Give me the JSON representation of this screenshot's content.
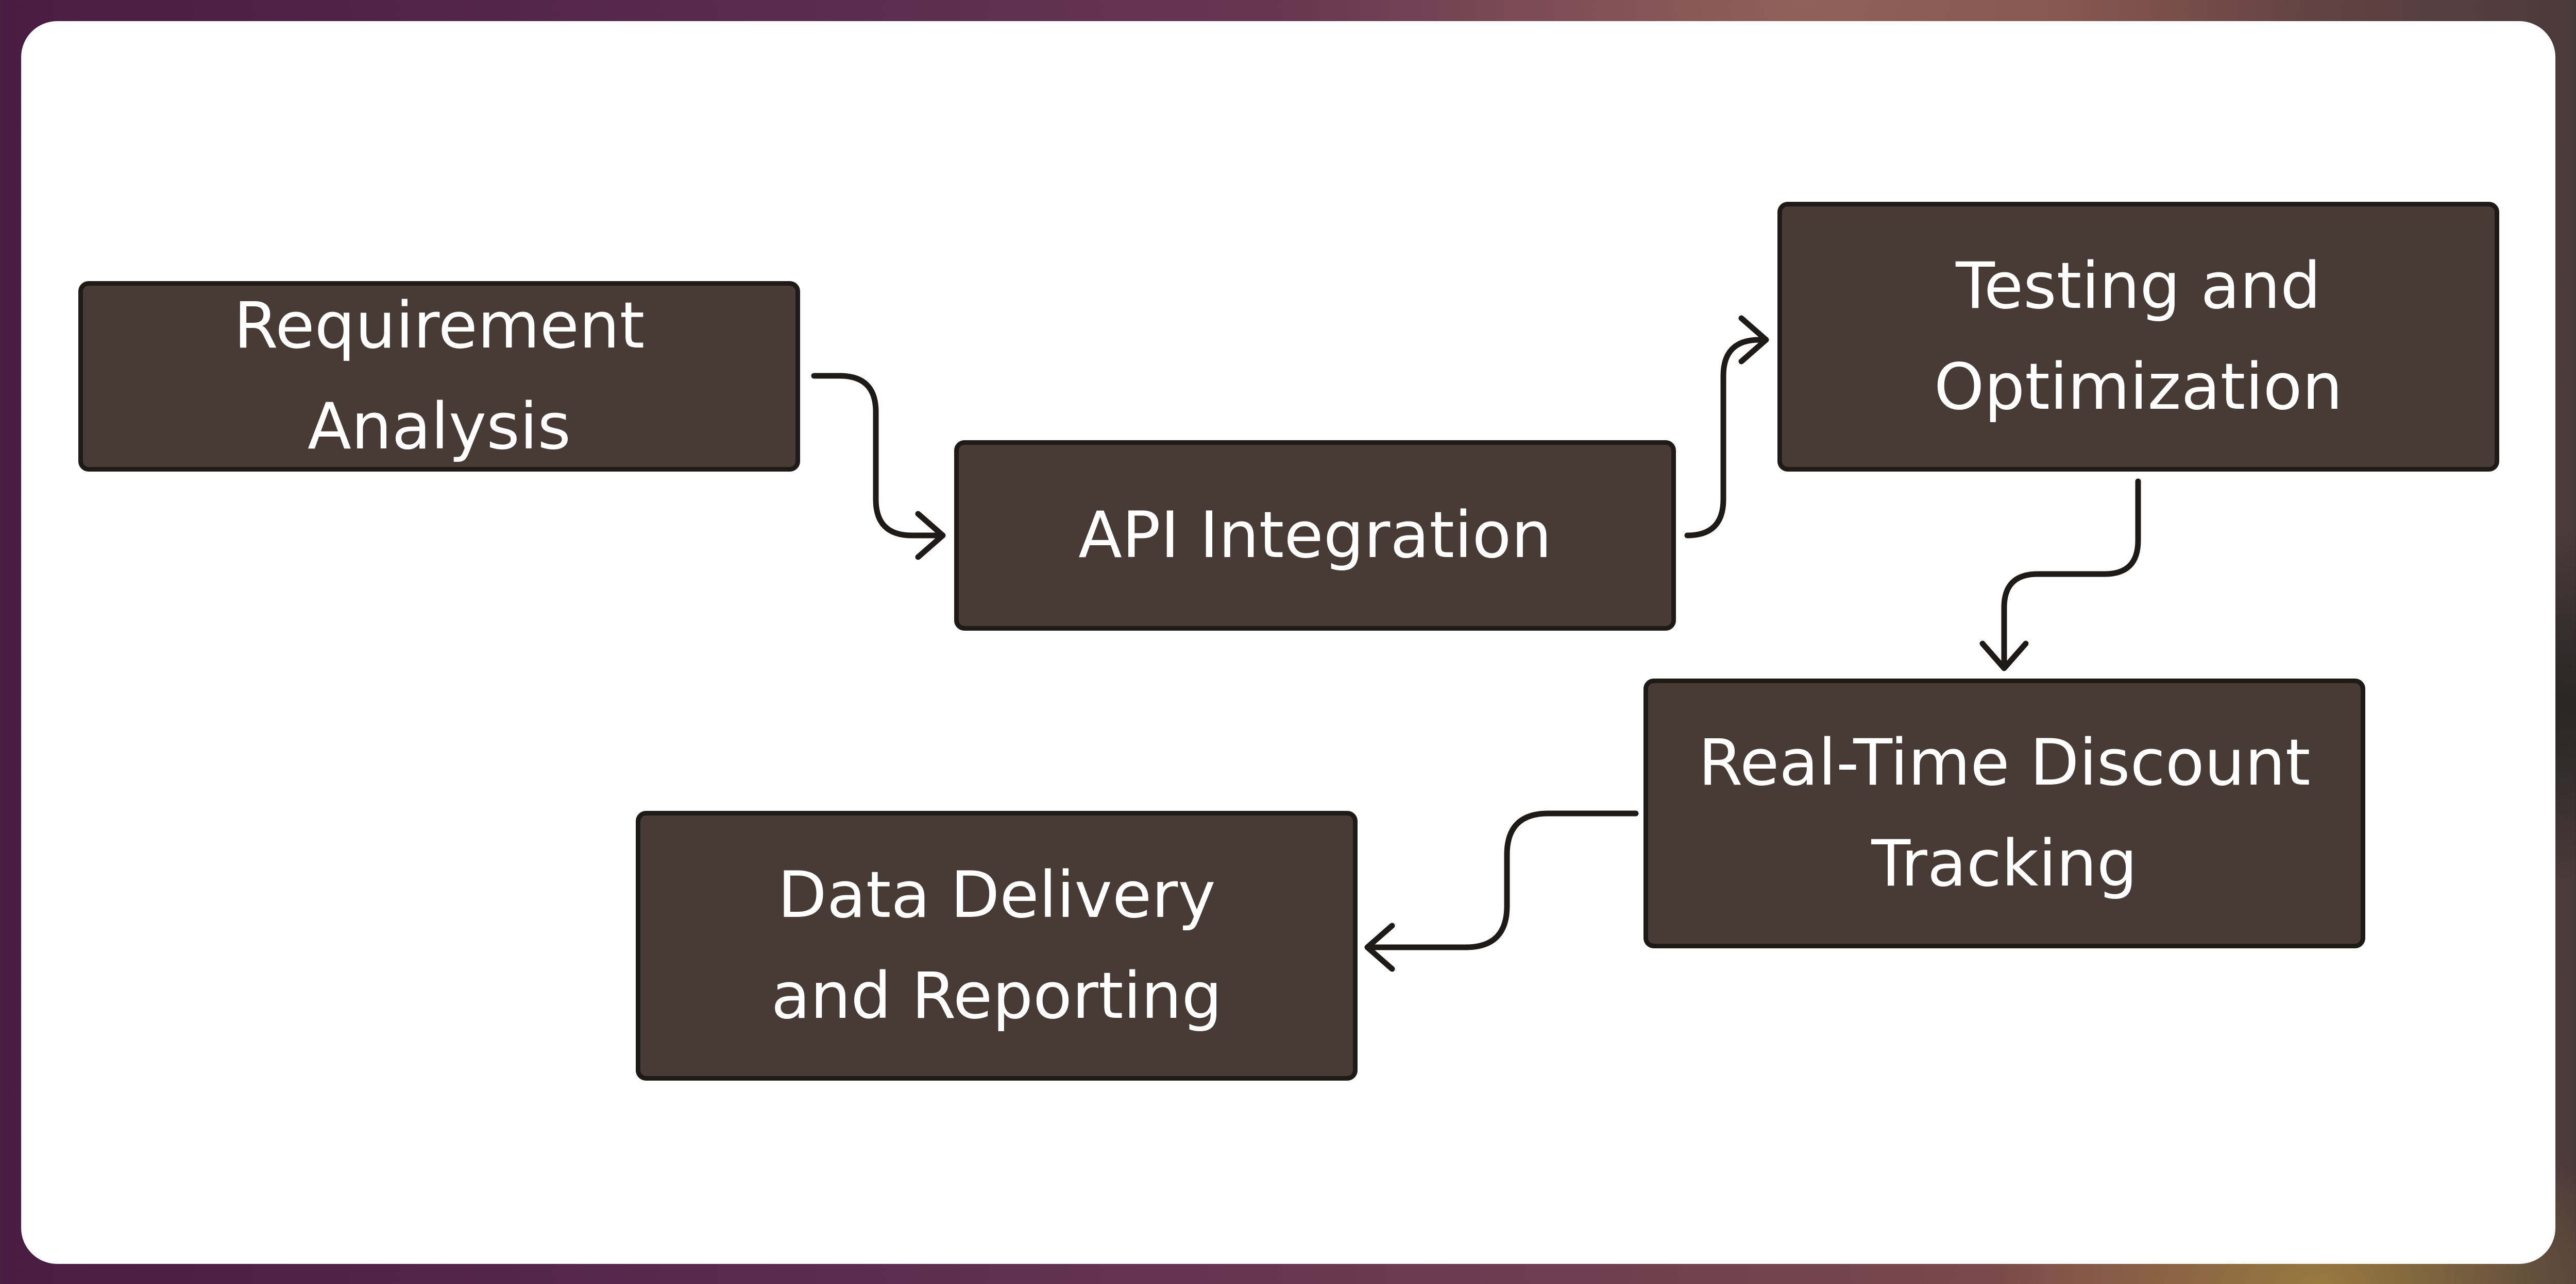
{
  "diagram": {
    "nodes": [
      {
        "id": "requirement-analysis",
        "label": "Requirement Analysis"
      },
      {
        "id": "api-integration",
        "label": "API Integration"
      },
      {
        "id": "testing-optimization",
        "label": "Testing and Optimization"
      },
      {
        "id": "real-time-discount-tracking",
        "label": "Real-Time Discount Tracking"
      },
      {
        "id": "data-delivery-reporting",
        "label": "Data Delivery and Reporting"
      }
    ],
    "edges": [
      {
        "from": "requirement-analysis",
        "to": "api-integration"
      },
      {
        "from": "api-integration",
        "to": "testing-optimization"
      },
      {
        "from": "testing-optimization",
        "to": "real-time-discount-tracking"
      },
      {
        "from": "real-time-discount-tracking",
        "to": "data-delivery-reporting"
      }
    ],
    "colors": {
      "node_fill": "#483a35",
      "node_border": "#1e1a18",
      "node_text": "#ffffff",
      "arrow": "#1e1a18",
      "card": "#ffffff"
    }
  }
}
